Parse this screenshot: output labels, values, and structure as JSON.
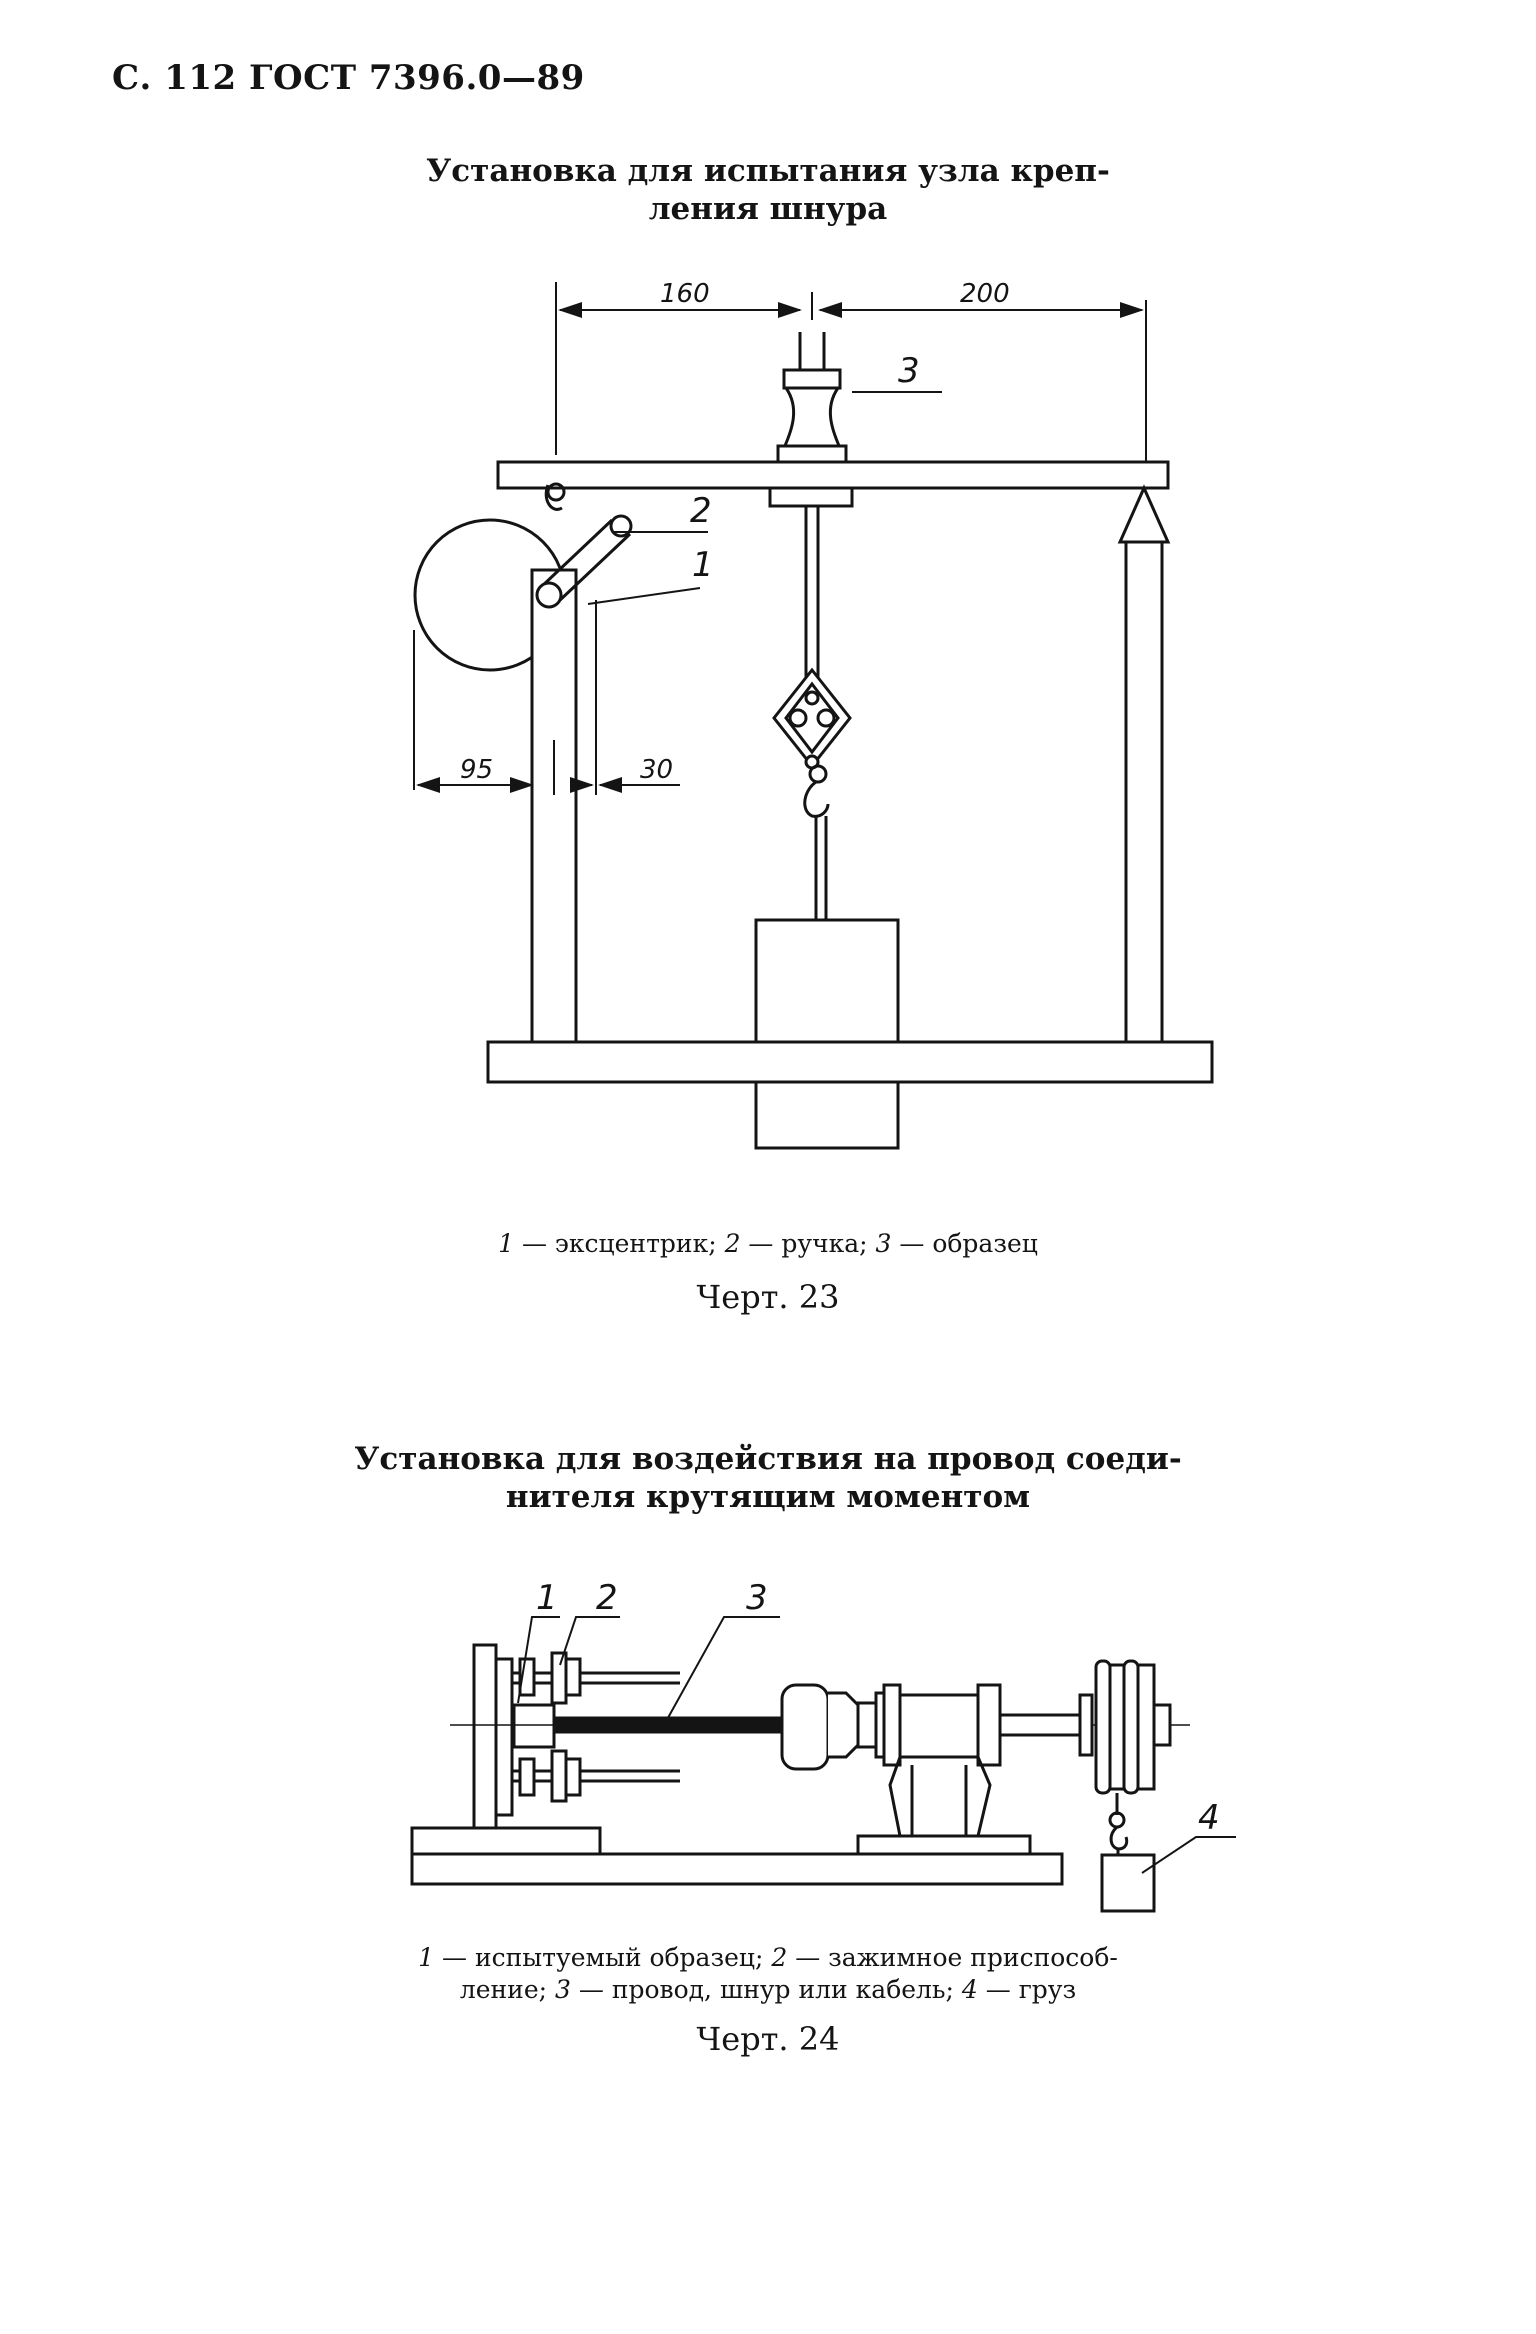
{
  "header": {
    "text": "С. 112 ГОСТ 7396.0—89"
  },
  "figure23": {
    "title_line1": "Установка для испытания узла креп-",
    "title_line2": "ления шнура",
    "dimensions": {
      "d160": "160",
      "d200": "200",
      "d95": "95",
      "d30": "30"
    },
    "callouts": {
      "c1": "1",
      "c2": "2",
      "c3": "3"
    },
    "legend": [
      {
        "num": "1",
        "text": " — эксцентрик; "
      },
      {
        "num": "2",
        "text": " — ручка; "
      },
      {
        "num": "3",
        "text": " — образец"
      }
    ],
    "caption": "Черт. 23"
  },
  "figure24": {
    "title_line1": "Установка для воздействия на провод соеди-",
    "title_line2": "нителя крутящим моментом",
    "callouts": {
      "c1": "1",
      "c2": "2",
      "c3": "3",
      "c4": "4"
    },
    "legend_line1": [
      {
        "num": "1",
        "text": " — испытуемый образец; "
      },
      {
        "num": "2",
        "text": " — зажимное приспособ-"
      }
    ],
    "legend_line2": [
      {
        "num": "",
        "text": "ление; "
      },
      {
        "num": "3",
        "text": " — провод, шнур или кабель; "
      },
      {
        "num": "4",
        "text": " — груз"
      }
    ],
    "caption": "Черт. 24"
  }
}
